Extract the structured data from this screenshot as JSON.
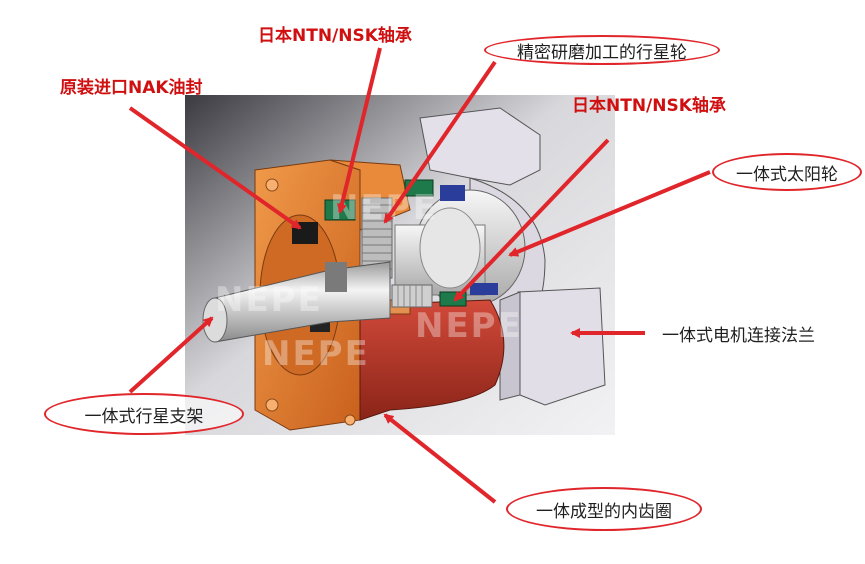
{
  "labels": {
    "seal": "原装进口NAK油封",
    "bearing_top": "日本NTN/NSK轴承",
    "planet_gear": "精密研磨加工的行星轮",
    "bearing_right": "日本NTN/NSK轴承",
    "sun_gear": "一体式太阳轮",
    "motor_flange": "一体式电机连接法兰",
    "planet_carrier": "一体式行星支架",
    "ring_gear": "一体成型的内齿圈"
  },
  "watermark": "NEPE",
  "colors": {
    "accent": "#e0262b",
    "housing_orange": "#e07a2a",
    "ring_gear_red": "#b8372a",
    "flange_gray": "#d8d4de"
  }
}
